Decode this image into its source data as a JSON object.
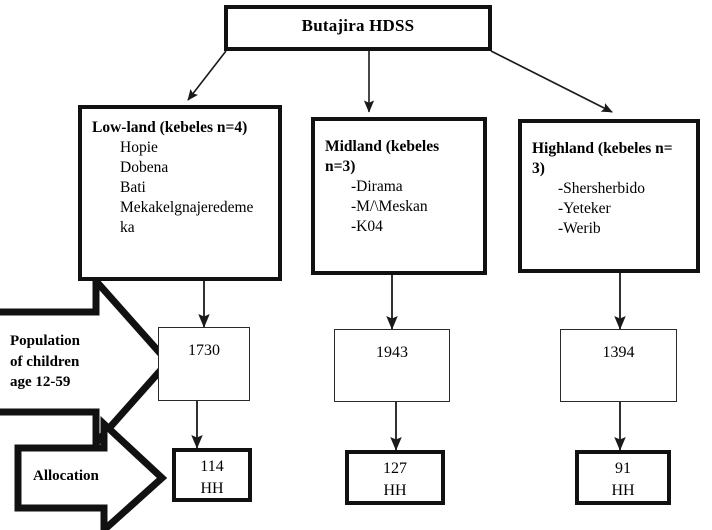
{
  "figure": {
    "type": "flowchart",
    "root": {
      "label": "Butajira HDSS"
    },
    "strata": [
      {
        "name": "low-land",
        "heading": "Low-land (kebeles n=4)",
        "items": [
          "Hopie",
          "Dobena",
          "Bati",
          "Mekakelgnajeredeme",
          "ka"
        ],
        "population": "1730",
        "allocation_number": "114",
        "allocation_unit": "HH"
      },
      {
        "name": "midland",
        "heading_line1": "Midland (kebeles",
        "heading_line2": "n=3)",
        "items": [
          "-Dirama",
          "-M/\\Meskan",
          "-K04"
        ],
        "population": "1943",
        "allocation_number": "127",
        "allocation_unit": "HH"
      },
      {
        "name": "highland",
        "heading_line1": "Highland (kebeles n=",
        "heading_line2": "3)",
        "items": [
          "-Shersherbido",
          "-Yeteker",
          "-Werib"
        ],
        "population": "1394",
        "allocation_number": "91",
        "allocation_unit": "HH"
      }
    ],
    "banners": {
      "population": {
        "line1": "Population",
        "line2": "of children",
        "line3": "age 12-59"
      },
      "allocation": {
        "line1": "Allocation"
      }
    },
    "colors": {
      "stroke": "#1a1a1a",
      "background": "#ffffff",
      "text": "#000000"
    }
  }
}
